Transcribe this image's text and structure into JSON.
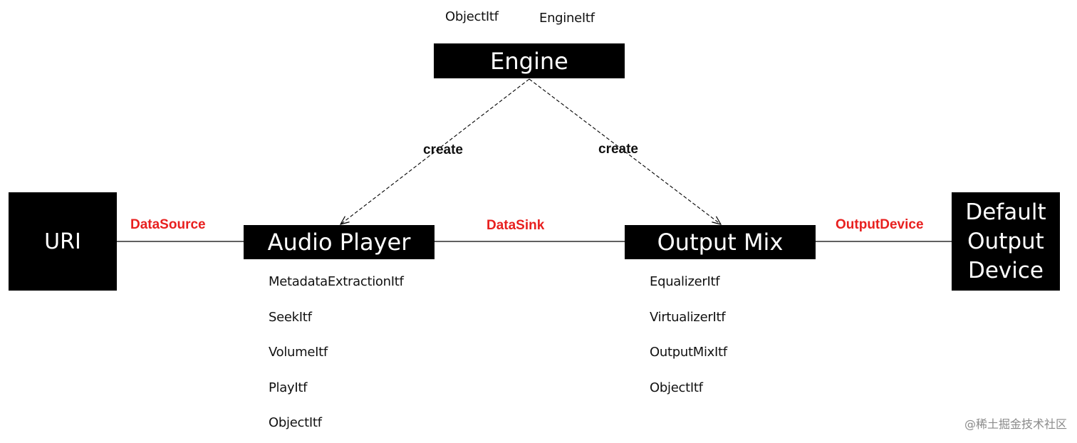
{
  "nodes": {
    "engine": {
      "label": "Engine",
      "interfaces": [
        "ObjectItf",
        "EngineItf"
      ]
    },
    "audio_player": {
      "label": "Audio Player",
      "interfaces": [
        "MetadataExtractionItf",
        "SeekItf",
        "VolumeItf",
        "PlayItf",
        "ObjectItf"
      ]
    },
    "output_mix": {
      "label": "Output Mix",
      "interfaces": [
        "EqualizerItf",
        "VirtualizerItf",
        "OutputMixItf",
        "ObjectItf"
      ]
    },
    "uri": {
      "label": "URI"
    },
    "default_output_device": {
      "lines": [
        "Default",
        "Output",
        "Device"
      ]
    }
  },
  "edges": {
    "engine_to_audio_player": "create",
    "engine_to_output_mix": "create",
    "uri_to_audio_player": "DataSource",
    "audio_player_to_output_mix": "DataSink",
    "output_mix_to_device": "OutputDevice"
  },
  "colors": {
    "box": "#000000",
    "box_text": "#ffffff",
    "edge_label_red": "#e8201f",
    "line": "#000000"
  },
  "watermark": "@稀土掘金技术社区"
}
